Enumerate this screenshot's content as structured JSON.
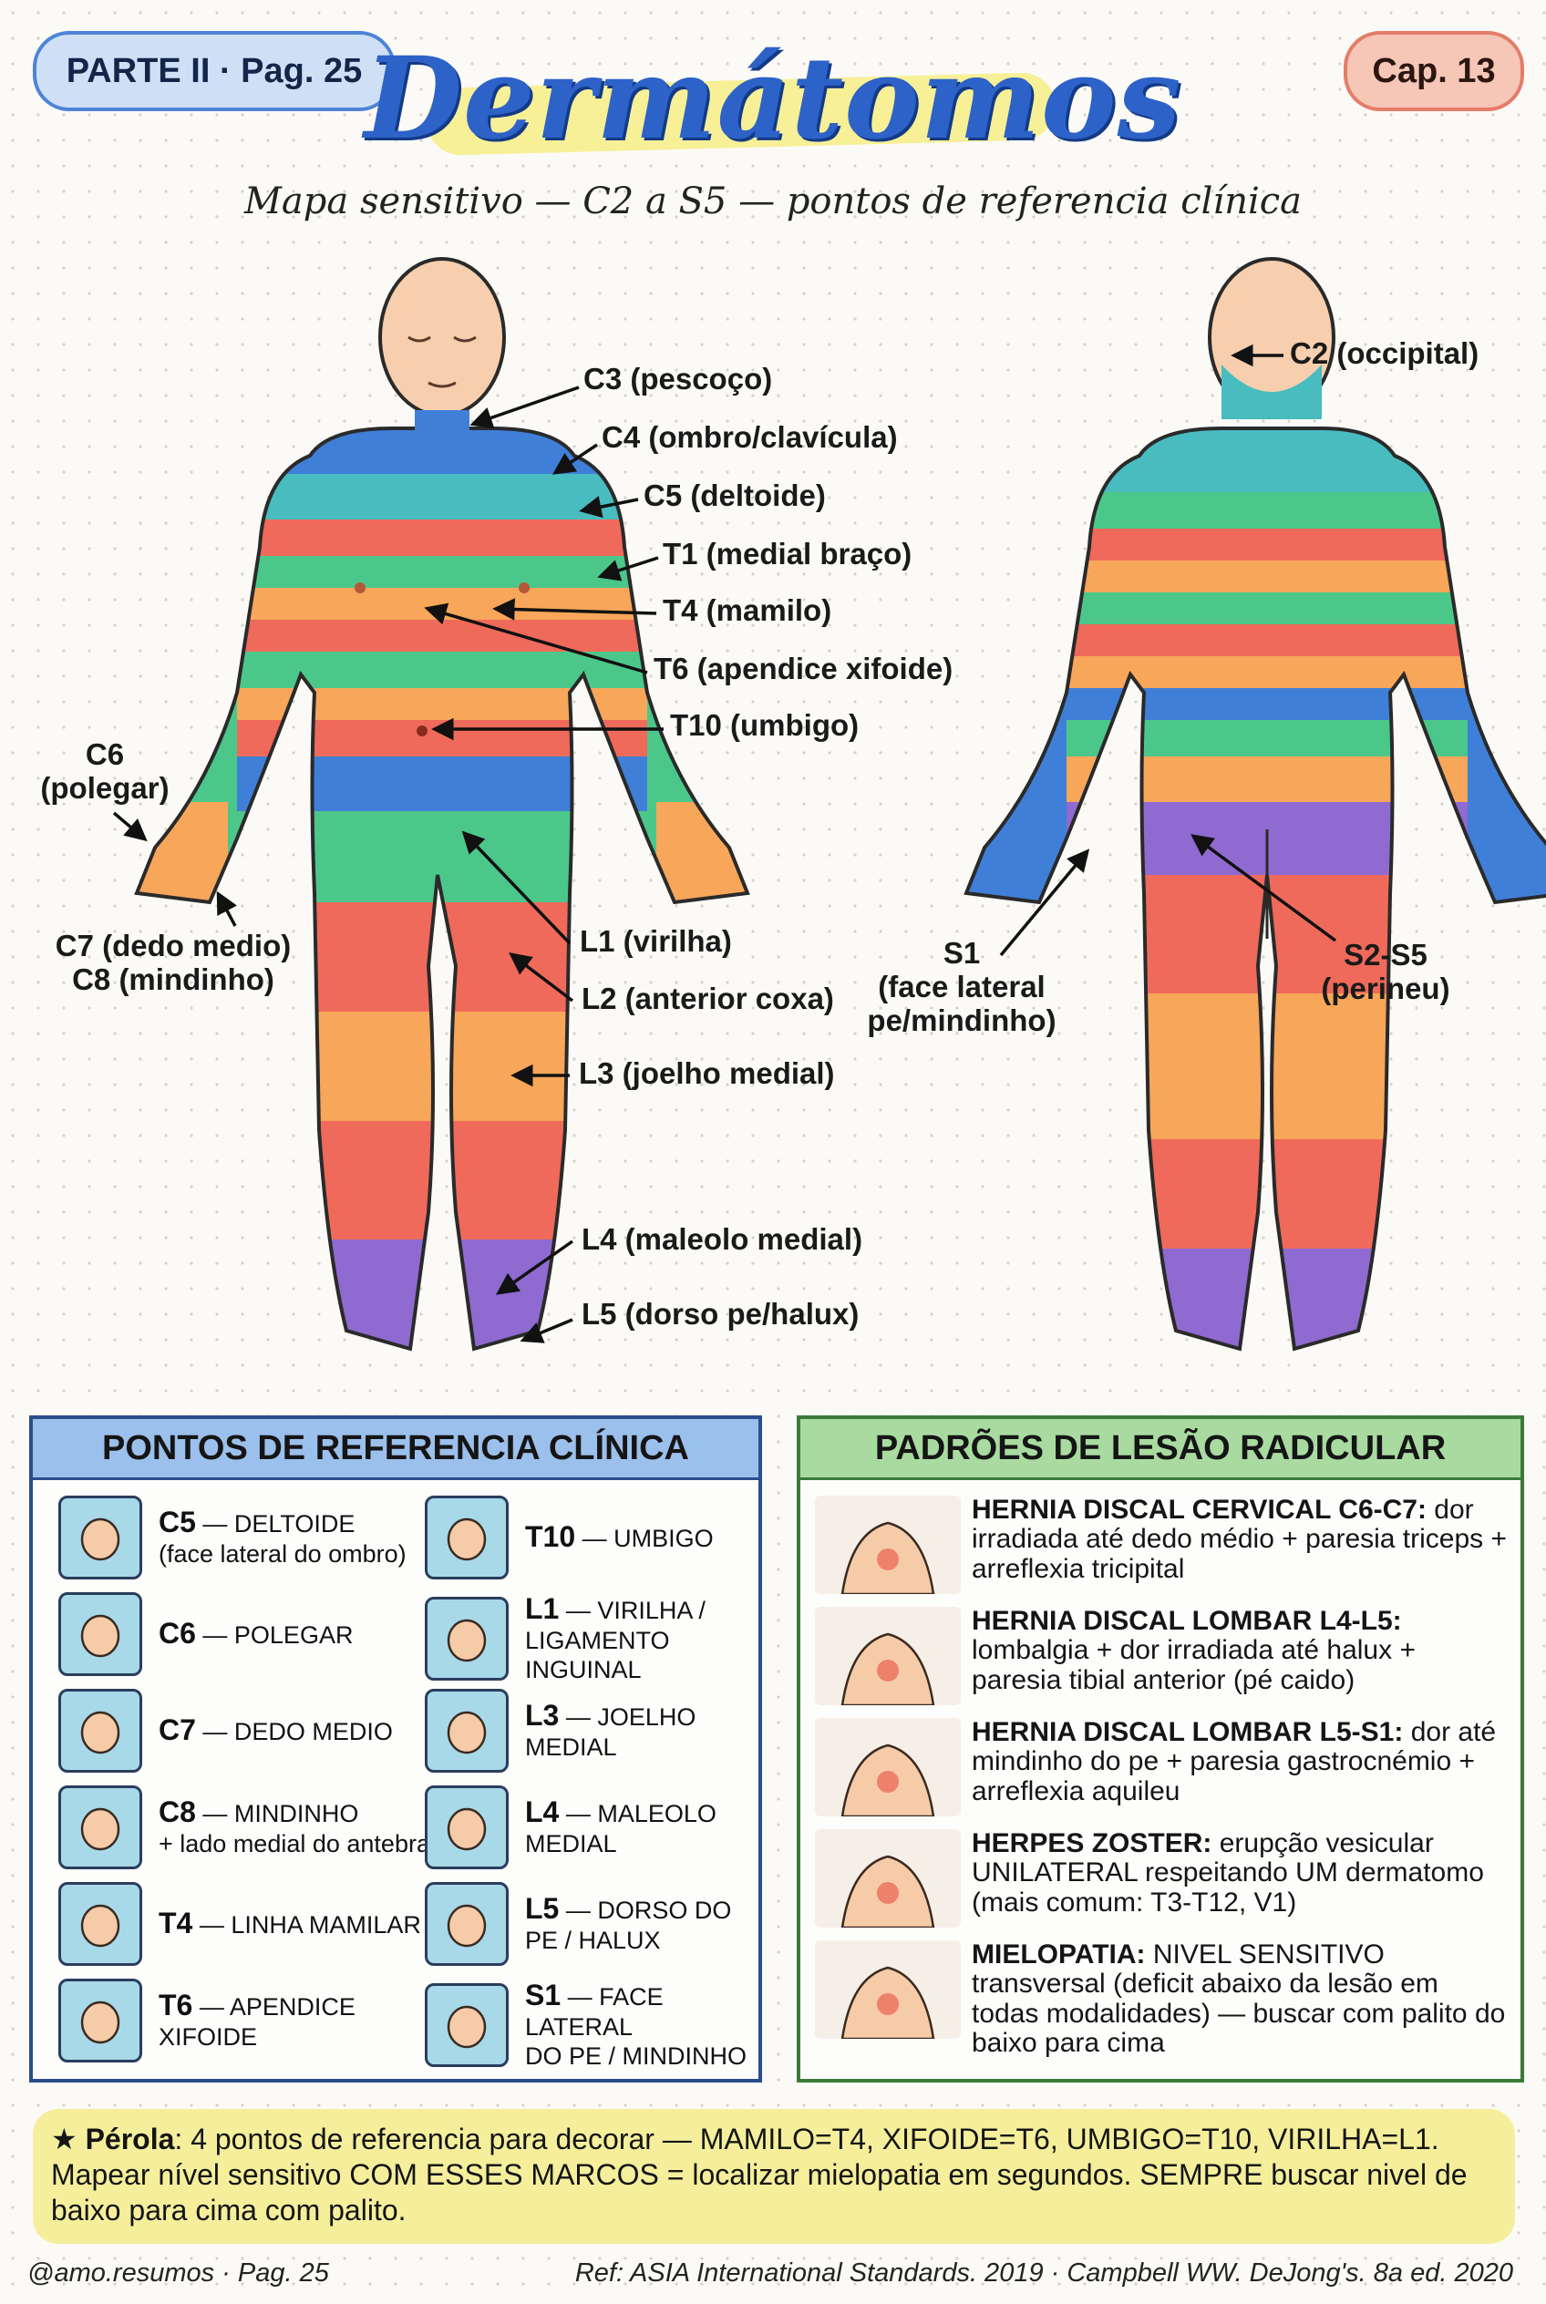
{
  "header": {
    "part_badge": "PARTE II · Pag. 25",
    "chapter_badge": "Cap. 13",
    "title": "Dermátomos",
    "subtitle": "Mapa sensitivo — C2 a S5 — pontos de referencia clínica"
  },
  "colors": {
    "blue": "#3f7fd8",
    "green": "#4cc78a",
    "red": "#ef6a5a",
    "orange": "#f7a65a",
    "purple": "#8f6ad0",
    "teal": "#49bcc0"
  },
  "front_labels": {
    "c3": "C3 (pescoço)",
    "c4": "C4 (ombro/clavícula)",
    "c5": "C5 (deltoide)",
    "t1": "T1 (medial braço)",
    "t4": "T4 (mamilo)",
    "t6": "T6 (apendice xifoide)",
    "t10": "T10 (umbigo)",
    "c6_line1": "C6",
    "c6_line2": "(polegar)",
    "c7": "C7 (dedo medio)",
    "c8": "C8 (mindinho)",
    "l1": "L1 (virilha)",
    "l2": "L2 (anterior coxa)",
    "l3": "L3 (joelho medial)",
    "l4": "L4 (maleolo medial)",
    "l5": "L5 (dorso pe/halux)"
  },
  "back_labels": {
    "c2": "C2 (occipital)",
    "s1_line1": "S1",
    "s1_line2": "(face lateral",
    "s1_line3": "pe/mindinho)",
    "s2s5_line1": "S2-S5",
    "s2s5_line2": "(perineu)"
  },
  "reference_panel": {
    "title": "PONTOS DE REFERENCIA CLÍNICA",
    "items": [
      {
        "code": "C5",
        "text": " — DELTOIDE",
        "sub": "(face lateral do ombro)",
        "icon": "shoulder-icon"
      },
      {
        "code": "C6",
        "text": " — POLEGAR",
        "sub": "",
        "icon": "thumb-icon"
      },
      {
        "code": "C7",
        "text": " — DEDO MEDIO",
        "sub": "",
        "icon": "middle-finger-icon"
      },
      {
        "code": "C8",
        "text": " — MINDINHO",
        "sub": "+ lado medial do antebraco",
        "icon": "hand-icon"
      },
      {
        "code": "T4",
        "text": " — LINHA MAMILAR",
        "sub": "",
        "icon": "chest-icon"
      },
      {
        "code": "T6",
        "text": " — APENDICE",
        "sub": "XIFOIDE",
        "icon": "xiphoid-icon"
      },
      {
        "code": "T10",
        "text": " — UMBIGO",
        "sub": "",
        "icon": "abdomen-icon"
      },
      {
        "code": "L1",
        "text": " — VIRILHA /",
        "sub": "LIGAMENTO INGUINAL",
        "icon": "groin-icon"
      },
      {
        "code": "L3",
        "text": " — JOELHO",
        "sub": "MEDIAL",
        "icon": "knee-icon"
      },
      {
        "code": "L4",
        "text": " — MALEOLO",
        "sub": "MEDIAL",
        "icon": "ankle-icon"
      },
      {
        "code": "L5",
        "text": " — DORSO DO",
        "sub": "PE / HALUX",
        "icon": "foot-icon"
      },
      {
        "code": "S1",
        "text": " — FACE LATERAL",
        "sub": "DO PE / MINDINHO",
        "icon": "lateral-foot-icon"
      }
    ]
  },
  "lesion_panel": {
    "title": "PADRÕES DE LESÃO RADICULAR",
    "items": [
      {
        "heading": "HERNIA DISCAL CERVICAL C6-C7:",
        "body": " dor irradiada até dedo médio + paresia triceps + arreflexia tricipital",
        "icon": "cervical-spine-icon"
      },
      {
        "heading": "HERNIA DISCAL LOMBAR L4-L5:",
        "body": " lombalgia + dor irradiada até halux + paresia tibial anterior (pé caido)",
        "icon": "lumbar-spine-icon"
      },
      {
        "heading": "HERNIA DISCAL LOMBAR L5-S1:",
        "body": " dor até mindinho do pe + paresia gastrocnémio + arreflexia aquileu",
        "icon": "lumbosacral-spine-icon"
      },
      {
        "heading": "HERPES ZOSTER:",
        "body": " erupção vesicular UNILATERAL respeitando UM dermatomo (mais comum: T3-T12, V1)",
        "icon": "zoster-rash-icon"
      },
      {
        "heading": "MIELOPATIA:",
        "body": " NIVEL SENSITIVO transversal (deficit abaixo da lesão em todas modalidades) — buscar com palito do baixo para cima",
        "icon": "sensory-level-icon"
      }
    ]
  },
  "pearl": {
    "star": "★",
    "label": "Pérola",
    "text": ": 4 pontos de referencia para decorar — MAMILO=T4, XIFOIDE=T6, UMBIGO=T10, VIRILHA=L1. Mapear nível sensitivo COM ESSES MARCOS = localizar mielopatia em segundos. SEMPRE buscar nivel de baixo para cima com palito."
  },
  "footer": {
    "left": "@amo.resumos · Pag. 25",
    "right": "Ref: ASIA International Standards. 2019 · Campbell WW. DeJong's. 8a ed. 2020"
  }
}
